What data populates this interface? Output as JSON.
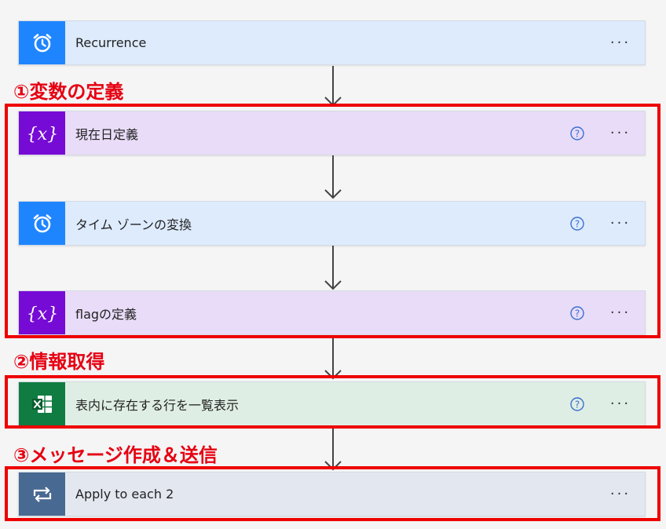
{
  "steps": [
    {
      "title": "Recurrence",
      "icon": "alarm-clock-icon",
      "color": "#1f85ff",
      "help": false
    },
    {
      "title": "現在日定義",
      "icon": "variable-icon",
      "color": "#770bd6",
      "help": true
    },
    {
      "title": "タイム ゾーンの変換",
      "icon": "alarm-clock-icon",
      "color": "#1f85ff",
      "help": true
    },
    {
      "title": "flagの定義",
      "icon": "variable-icon",
      "color": "#770bd6",
      "help": true
    },
    {
      "title": "表内に存在する行を一覧表示",
      "icon": "excel-icon",
      "color": "#107c41",
      "help": true
    },
    {
      "title": "Apply to each 2",
      "icon": "loop-icon",
      "color": "#486991",
      "help": false
    }
  ],
  "menu_label": "···",
  "annotations": [
    {
      "label": "①変数の定義",
      "color": "#e60012"
    },
    {
      "label": "②情報取得",
      "color": "#e60012"
    },
    {
      "label": "③メッセージ作成＆送信",
      "color": "#e60012"
    }
  ]
}
